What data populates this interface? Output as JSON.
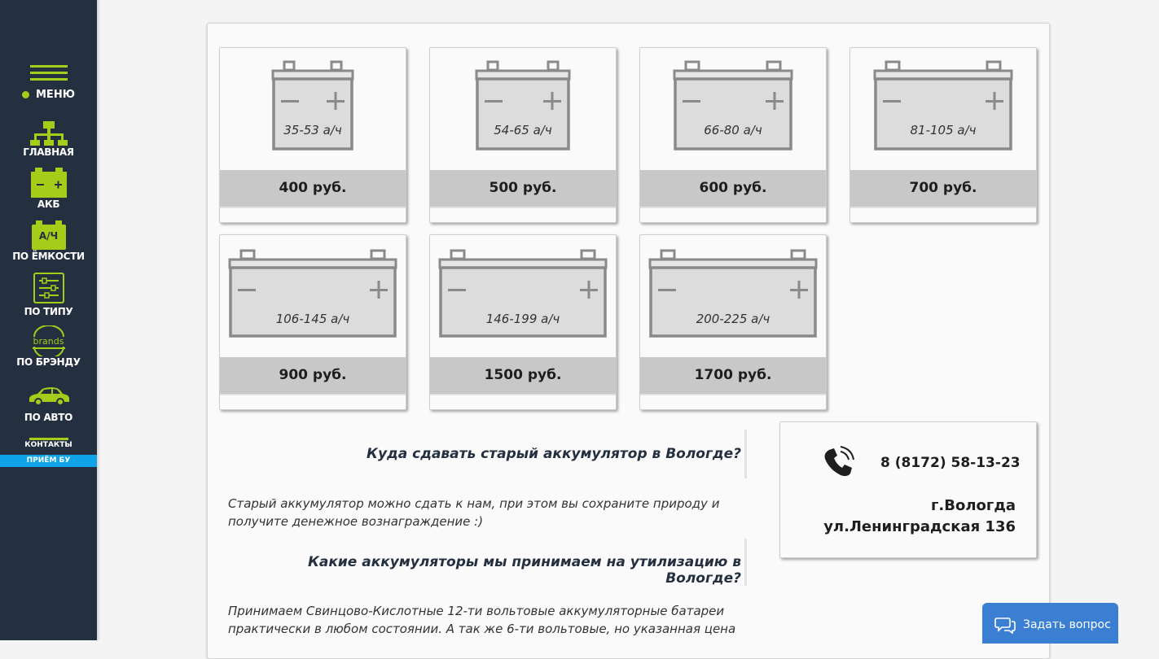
{
  "sidebar": {
    "menu_label": "МЕНЮ",
    "items": [
      {
        "label": "ГЛАВНАЯ",
        "icon": "sitemap-icon"
      },
      {
        "label": "АКБ",
        "icon": "battery-icon"
      },
      {
        "label": "ПО ЁМКОСТИ",
        "icon": "amp-hour-icon",
        "icon_text": "А/Ч"
      },
      {
        "label": "ПО ТИПУ",
        "icon": "sliders-icon"
      },
      {
        "label": "ПО БРЭНДУ",
        "icon": "brands-icon",
        "icon_text": "brands"
      },
      {
        "label": "ПО АВТО",
        "icon": "car-icon"
      }
    ],
    "contacts_label": "КОНТАКТЫ",
    "priem_label": "ПРИЁМ БУ"
  },
  "cards": [
    {
      "capacity": "35-53 а/ч",
      "price": "400 руб."
    },
    {
      "capacity": "54-65 а/ч",
      "price": "500 руб."
    },
    {
      "capacity": "66-80 а/ч",
      "price": "600 руб."
    },
    {
      "capacity": "81-105 а/ч",
      "price": "700 руб."
    },
    {
      "capacity": "106-145 а/ч",
      "price": "900 руб."
    },
    {
      "capacity": "146-199 а/ч",
      "price": "1500 руб."
    },
    {
      "capacity": "200-225 а/ч",
      "price": "1700 руб."
    }
  ],
  "faq": [
    {
      "question": "Куда сдавать старый аккумулятор в Вологде?",
      "answer_lines": [
        "Старый аккумулятор можно сдать к нам, при этом вы сохраните природу и",
        "получите денежное вознаграждение :)"
      ]
    },
    {
      "question": "Какие аккумуляторы мы принимаем на утилизацию в Вологде?",
      "answer_lines": [
        "Принимаем Свинцово-Кислотные 12-ти вольтовые аккумуляторные батареи",
        "практически в любом состоянии. А так же 6-ти вольтовые, но указанная цена"
      ]
    }
  ],
  "contact": {
    "phone": "8 (8172) 58-13-23",
    "city": "г.Вологда",
    "street": "ул.Ленинградская 136"
  },
  "chat_button": {
    "label": "Задать вопрос"
  },
  "colors": {
    "sidebar_bg": "#243040",
    "accent_green": "#a4cc18",
    "accent_blue": "#0fa4e8",
    "chat_blue": "#3b7fd3"
  }
}
